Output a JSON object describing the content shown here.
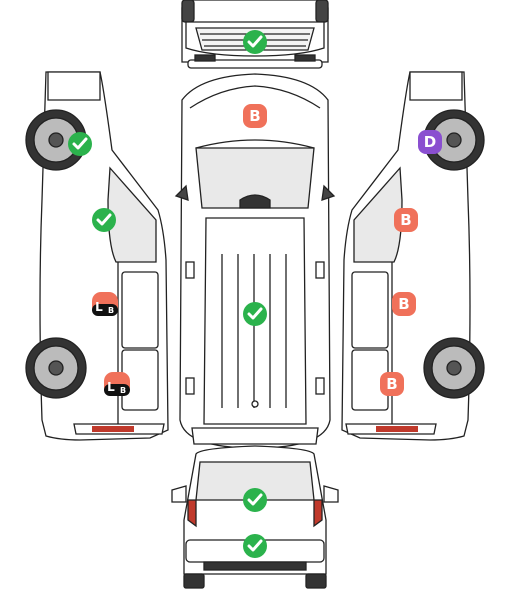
{
  "diagram": {
    "colors": {
      "check": "#2bb24c",
      "badge_b": "#f0715a",
      "badge_d": "#8a4fd0",
      "badge_lb_top": "#f0715a",
      "badge_lb_bottom": "#111111",
      "taillight": "#c0392b",
      "outline": "#222222",
      "glass": "#e9e9e9",
      "body": "#ffffff"
    },
    "views": [
      "front",
      "top",
      "left-side",
      "right-side",
      "rear"
    ],
    "markers": [
      {
        "view": "front",
        "part": "grille",
        "type": "check"
      },
      {
        "view": "left-side",
        "part": "front-wheel",
        "type": "check"
      },
      {
        "view": "left-side",
        "part": "front-door",
        "type": "check"
      },
      {
        "view": "left-side",
        "part": "sliding-door",
        "type": "lb",
        "letter_big": "L",
        "letter_small": "B"
      },
      {
        "view": "left-side",
        "part": "rear-quarter",
        "type": "lb",
        "letter_big": "L",
        "letter_small": "B"
      },
      {
        "view": "top",
        "part": "hood",
        "type": "b",
        "label": "B"
      },
      {
        "view": "top",
        "part": "roof",
        "type": "check"
      },
      {
        "view": "right-side",
        "part": "front-wheel",
        "type": "d",
        "label": "D"
      },
      {
        "view": "right-side",
        "part": "front-door",
        "type": "b",
        "label": "B"
      },
      {
        "view": "right-side",
        "part": "sliding-door",
        "type": "b",
        "label": "B"
      },
      {
        "view": "right-side",
        "part": "rear-quarter",
        "type": "b",
        "label": "B"
      },
      {
        "view": "rear",
        "part": "rear-window",
        "type": "check"
      },
      {
        "view": "rear",
        "part": "bumper",
        "type": "check"
      }
    ]
  }
}
